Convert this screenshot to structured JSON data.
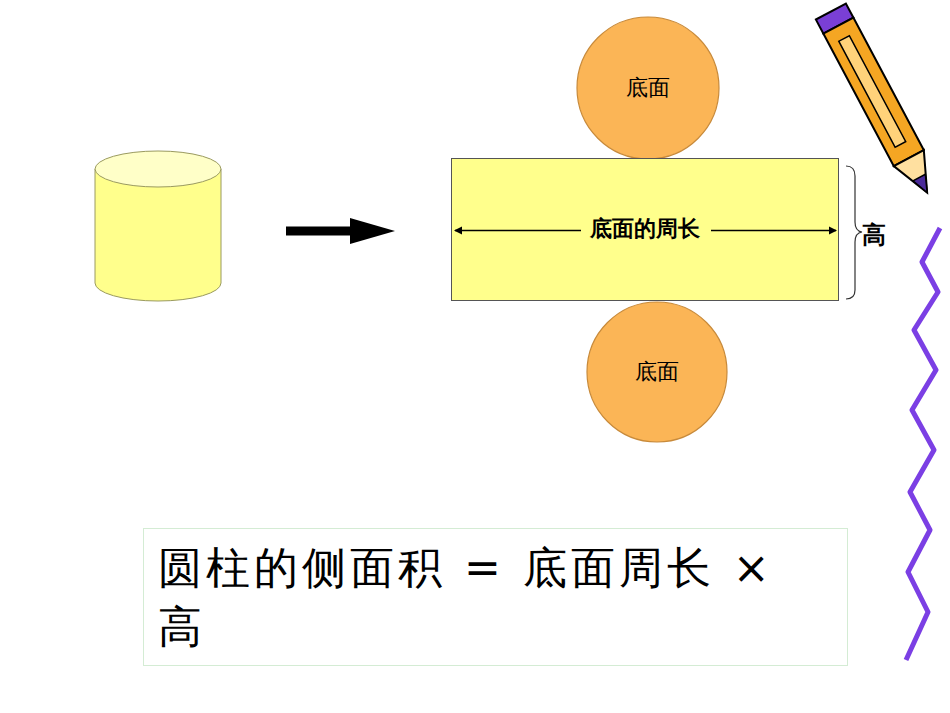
{
  "diagram": {
    "nodes": [
      {
        "text": [
          "底面"
        ]
      },
      {
        "text": [
          "底面的周长"
        ]
      },
      {
        "text": [
          "底面"
        ]
      },
      {
        "text": [
          "圆柱的侧面积 = 底面周长 × 高"
        ]
      }
    ],
    "labels": [
      "高"
    ]
  }
}
